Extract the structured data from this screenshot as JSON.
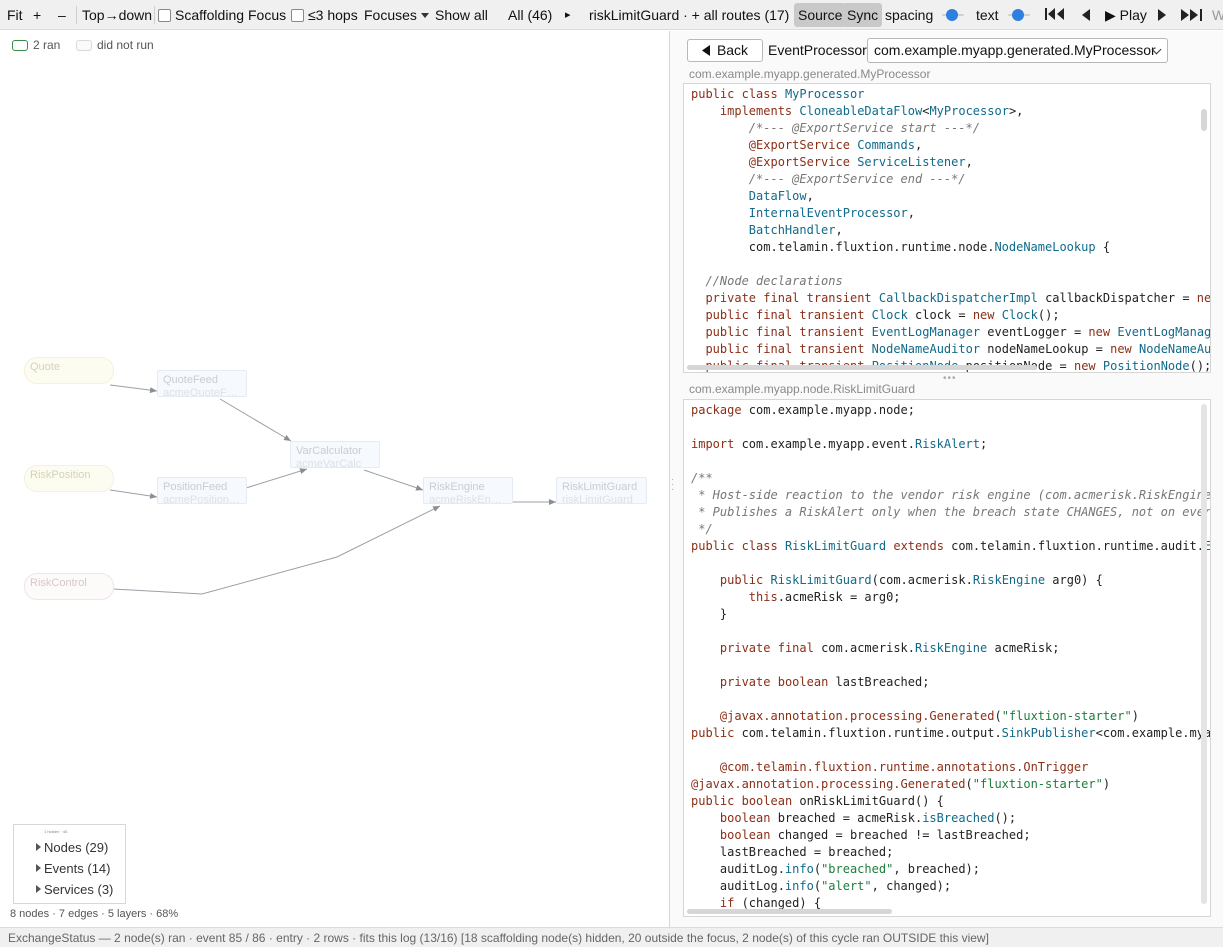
{
  "toolbar": {
    "fit": "Fit",
    "zoom_in": "+",
    "zoom_out": "–",
    "direction": "Top→down",
    "scaffolding": "Scaffolding",
    "focus": "Focus",
    "hops": "≤3 hops",
    "focuses": "Focuses",
    "show_all": "Show all",
    "all_count": "All (46)",
    "route_arrow": "▸",
    "route": "riskLimitGuard · + all routes (17)",
    "source": "Source",
    "sync": "Sync",
    "spacing": "spacing",
    "text": "text",
    "rewind_icon": "⏮",
    "step_back_icon": "◀",
    "play": "▶ Play",
    "step_fwd_icon": "▶",
    "ffwd_icon": "⏭",
    "overflow": "W",
    "spacing_level": 0.45,
    "text_level": 0.45
  },
  "legend": {
    "ran": "2 ran",
    "not_run": "did not run"
  },
  "graph": {
    "nodes": [
      {
        "id": "quote",
        "label": "Quote",
        "kind": "event"
      },
      {
        "id": "quotefeed",
        "label": "QuoteFeed",
        "sub": "acmeQuoteF…",
        "kind": "proc"
      },
      {
        "id": "varcalc",
        "label": "VarCalculator",
        "sub": "acmeVarCalc",
        "kind": "proc"
      },
      {
        "id": "riskpos",
        "label": "RiskPosition",
        "kind": "event"
      },
      {
        "id": "posfeed",
        "label": "PositionFeed",
        "sub": "acmePosition…",
        "kind": "proc"
      },
      {
        "id": "riskengine",
        "label": "RiskEngine",
        "sub": "acmeRiskEn…",
        "kind": "proc"
      },
      {
        "id": "risklimit",
        "label": "RiskLimitGuard",
        "sub": "riskLimitGuard",
        "kind": "proc"
      },
      {
        "id": "riskctrl",
        "label": "RiskControl",
        "kind": "control"
      }
    ]
  },
  "tree": {
    "mini": "1 hidden · 46",
    "nodes": "Nodes",
    "nodes_count": "(29)",
    "events": "Events",
    "events_count": "(14)",
    "services": "Services",
    "services_count": "(3)"
  },
  "graph_stats": "8 nodes · 7 edges · 5 layers · 68%",
  "right": {
    "back": "Back",
    "ep_label": "EventProcessor:",
    "ep_value": "com.example.myapp.generated.MyProcessor",
    "top_title": "com.example.myapp.generated.MyProcessor",
    "bottom_title": "com.example.myapp.node.RiskLimitGuard",
    "divider": "•••"
  },
  "code_top": [
    "public class MyProcessor",
    "    implements CloneableDataFlow<MyProcessor>,",
    "        /*--- @ExportService start ---*/",
    "        @ExportService Commands,",
    "        @ExportService ServiceListener,",
    "        /*--- @ExportService end ---*/",
    "        DataFlow,",
    "        InternalEventProcessor,",
    "        BatchHandler,",
    "        com.telamin.fluxtion.runtime.node.NodeNameLookup {",
    "",
    "  //Node declarations",
    "  private final transient CallbackDispatcherImpl callbackDispatcher = new",
    "  public final transient Clock clock = new Clock();",
    "  public final transient EventLogManager eventLogger = new EventLogManager",
    "  public final transient NodeNameAuditor nodeNameLookup = new NodeNameAudi",
    "  public final transient PositionNode positionNode = new PositionNode();"
  ],
  "code_bottom": [
    "package com.example.myapp.node;",
    "",
    "import com.example.myapp.event.RiskAlert;",
    "",
    "/**",
    " * Host-side reaction to the vendor risk engine (com.acmerisk.RiskEngine,",
    " * Publishes a RiskAlert only when the breach state CHANGES, not on every",
    " */",
    "public class RiskLimitGuard extends com.telamin.fluxtion.runtime.audit.Eve",
    "",
    "    public RiskLimitGuard(com.acmerisk.RiskEngine arg0) {",
    "        this.acmeRisk = arg0;",
    "    }",
    "",
    "    private final com.acmerisk.RiskEngine acmeRisk;",
    "",
    "    private boolean lastBreached;",
    "",
    "    @javax.annotation.processing.Generated(\"fluxtion-starter\")",
    "public com.telamin.fluxtion.runtime.output.SinkPublisher<com.example.myapp",
    "",
    "    @com.telamin.fluxtion.runtime.annotations.OnTrigger",
    "@javax.annotation.processing.Generated(\"fluxtion-starter\")",
    "public boolean onRiskLimitGuard() {",
    "    boolean breached = acmeRisk.isBreached();",
    "    boolean changed = breached != lastBreached;",
    "    lastBreached = breached;",
    "    auditLog.info(\"breached\", breached);",
    "    auditLog.info(\"alert\", changed);",
    "    if (changed) {"
  ],
  "status": "ExchangeStatus — 2 node(s) ran  ·  event 85 / 86  ·  entry  ·  2 rows  ·  fits this log (13/16)  [18 scaffolding node(s) hidden, 20 outside the focus, 2 node(s) of this cycle ran OUTSIDE this view]",
  "colors": {
    "ran_border": "#3a8a4a",
    "accent": "#2f7fe0",
    "keyword": "#8b2f17",
    "type": "#116a8a",
    "string": "#1d7d3c"
  }
}
